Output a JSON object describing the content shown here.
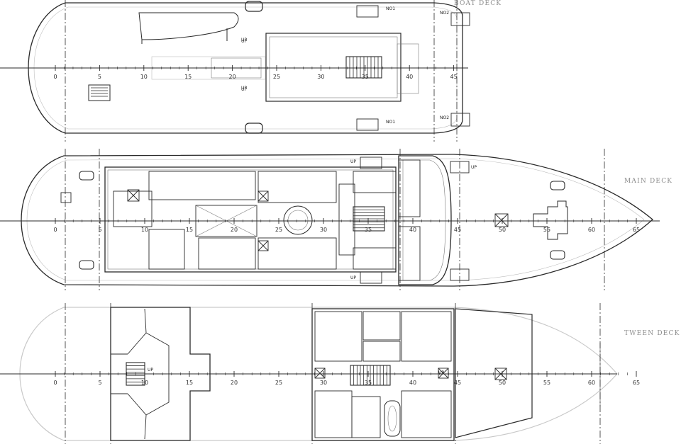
{
  "decks": [
    {
      "key": "boat",
      "title": "BOAT DECK",
      "frames": [
        "0",
        "5",
        "10",
        "15",
        "20",
        "25",
        "30",
        "35",
        "40",
        "45"
      ],
      "stair_labels": [
        "UP",
        "UP",
        "UP",
        "UP",
        "NO2",
        "NO2",
        "NO1",
        "NO1"
      ]
    },
    {
      "key": "main",
      "title": "MAIN DECK",
      "frames": [
        "0",
        "5",
        "10",
        "15",
        "20",
        "25",
        "30",
        "35",
        "40",
        "45",
        "50",
        "55",
        "60",
        "65"
      ],
      "stair_labels": [
        "UP",
        "UP",
        "UP"
      ]
    },
    {
      "key": "tween",
      "title": "TWEEN DECK",
      "frames": [
        "0",
        "5",
        "10",
        "15",
        "20",
        "25",
        "30",
        "35",
        "40",
        "45",
        "50",
        "55",
        "60",
        "65"
      ],
      "stair_labels": [
        "UP",
        "UP"
      ]
    }
  ],
  "colors": {
    "line": "#2a2a2a",
    "thin": "#7a7a7a",
    "faint": "#bdbdbd",
    "hull_tween": "#c9c9c9",
    "title": "#8d8d8d"
  }
}
